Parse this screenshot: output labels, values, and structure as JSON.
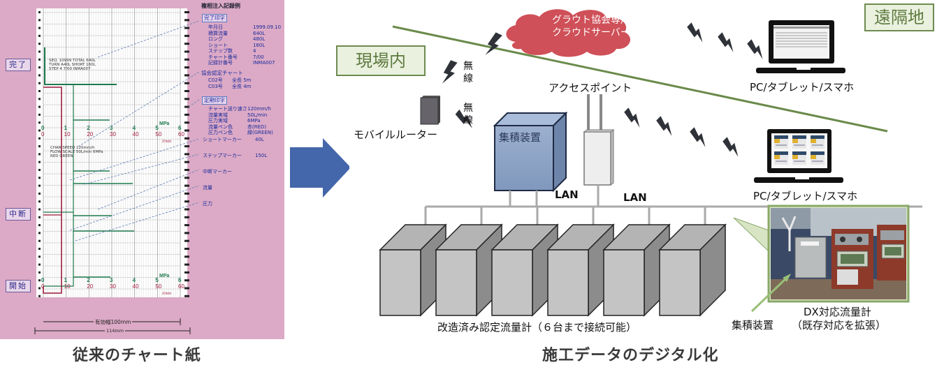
{
  "left_panel": {
    "caption": "従来のチャート紙",
    "sheet_title": "複相注入記録例",
    "side_labels": {
      "complete": "完了",
      "interrupt": "中断",
      "start": "開始"
    },
    "chart_header_block": [
      "SEQ. 10999   TOTAL   640L",
      "TURN   A40L   SHORT   160L",
      "STEP   4   7/00   INMA007"
    ],
    "chart_mid_block": [
      "CHAR   SPEED   120mm/h",
      "FLOW   SCALE   50L/min  6MPa",
      "RED   GREEN"
    ],
    "scale_top": {
      "mpa": [
        "0",
        "1",
        "2",
        "3",
        "4",
        "5",
        "6"
      ],
      "flow": [
        "0",
        "10",
        "20",
        "30",
        "40",
        "50",
        "60"
      ],
      "mpa_unit": "MPa",
      "flow_unit": "ℓ/min"
    },
    "scale_bottom": {
      "mpa": [
        "0",
        "1",
        "2",
        "3",
        "4",
        "5",
        "6"
      ],
      "flow": [
        "0",
        "10",
        "20",
        "30",
        "40",
        "50",
        "60"
      ],
      "mpa_unit": "MPa",
      "flow_unit": "ℓ/min"
    },
    "annotations": {
      "end_print": {
        "head": "完了印字",
        "rows": [
          {
            "label": "年月日",
            "value": "1999.09.10"
          },
          {
            "label": "積算流量",
            "value": "640L"
          },
          {
            "label": "ロング",
            "value": "480L"
          },
          {
            "label": "ショート",
            "value": "160L"
          },
          {
            "label": "ステップ数",
            "value": "4"
          },
          {
            "label": "チャート番号",
            "value": "7/00"
          },
          {
            "label": "記録計番号",
            "value": "INMA007"
          }
        ]
      },
      "certified_chart": {
        "head": "協会認定チャート",
        "rows": [
          {
            "label": "C02号",
            "value": "全長 5m"
          },
          {
            "label": "C03号",
            "value": "全長 4m"
          }
        ]
      },
      "periodic_print": {
        "head": "定期印字",
        "rows": [
          {
            "label": "チャート送り速さ",
            "value": "120mm/h"
          },
          {
            "label": "流量実域",
            "value": "50L/min"
          },
          {
            "label": "圧力実域",
            "value": "6MPa"
          },
          {
            "label": "流量ペン色",
            "value": "赤(RED)"
          },
          {
            "label": "圧力ペン色",
            "value": "緑(GREEN)"
          }
        ]
      },
      "markers": [
        {
          "label": "ショートマーカー",
          "value": "40L"
        },
        {
          "label": "ステップマーカー",
          "value": "150L"
        },
        {
          "label": "中断マーカー",
          "value": ""
        },
        {
          "label": "流量",
          "value": ""
        },
        {
          "label": "圧力",
          "value": ""
        }
      ]
    },
    "dim_effective": "有効幅100mm",
    "dim_total": "114mm"
  },
  "right_panel": {
    "caption": "施工データのデジタル化",
    "zones": {
      "onsite": "現場内",
      "remote": "遠隔地"
    },
    "cloud": {
      "line1": "グラウト協会専用",
      "line2": "クラウドサーバー",
      "color": "#cf5058"
    },
    "wireless_label": "無線",
    "wireless_label_2": "無線",
    "mobile_router": "モバイルルーター",
    "access_point": "アクセスポイント",
    "aggregator": "集積装置",
    "lan_labels": [
      "LAN",
      "LAN"
    ],
    "devices_top": "PC/タブレット/スマホ",
    "devices_bottom": "PC/タブレット/スマホ",
    "flowmeters_caption": "改造済み認定流量計（６台まで接続可能）",
    "flowmeter_count": 6,
    "photo": {
      "aggregator_label": "集積装置",
      "dx_label_1": "DX対応流量計",
      "dx_label_2": "（既存対応を拡張）"
    },
    "colors": {
      "arrow": "#4466aa",
      "zone_border": "#6e8a50",
      "divider": "#6a8a4a",
      "aggregator": "#8ea4c4"
    }
  }
}
